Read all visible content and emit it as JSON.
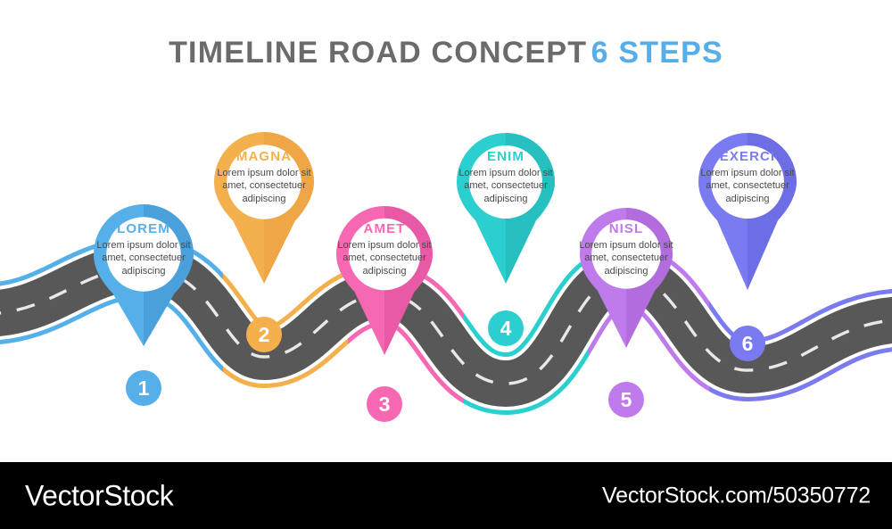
{
  "header": {
    "title_main": "TIMELINE ROAD CONCEPT",
    "title_accent": "6 STEPS",
    "title_main_color": "#6b6b6b",
    "title_accent_color": "#56ade8"
  },
  "colors": {
    "road_fill": "#585858",
    "road_dash": "#e8e8e8",
    "background": "#ffffff",
    "body_text": "#4a4a4a"
  },
  "steps": [
    {
      "number": "1",
      "label": "LOREM",
      "body": "Lorem ipsum dolor sit amet, consectetuer adipiscing",
      "color": "#55b0ea",
      "color_shade": "#4193cd",
      "badge_color": "#55b0ea"
    },
    {
      "number": "2",
      "label": "MAGNA",
      "body": "Lorem ipsum dolor sit amet, consectetuer adipiscing",
      "color": "#f7b котор",
      "color_shade": "#e89f3f",
      "badge_color": "#f5b04e"
    },
    {
      "number": "3",
      "label": "AMET",
      "body": "Lorem ipsum dolor sit amet, consectetuer adipiscing",
      "color": "#f768b3",
      "color_shade": "#dd4f9b",
      "badge_color": "#f768b3"
    },
    {
      "number": "4",
      "label": "ENIM",
      "body": "Lorem ipsum dolor sit amet, consectetuer adipiscing",
      "color": "#2ccfcf",
      "color_shade": "#23b4b7",
      "badge_color": "#2ccfcf"
    },
    {
      "number": "5",
      "label": "NISL",
      "body": "Lorem ipsum dolor sit amet, consectetuer adipiscing",
      "color": "#bf7aeb",
      "color_shade": "#a761d4",
      "badge_color": "#bf7aeb"
    },
    {
      "number": "6",
      "label": "EXERCI",
      "body": "Lorem ipsum dolor sit amet, consectetuer adipiscing",
      "color": "#7a7bf0",
      "color_shade": "#6263dc",
      "badge_color": "#7a7bf0"
    }
  ],
  "footer": {
    "brand": "VectorStock",
    "url": "VectorStock.com/50350772",
    "background": "#000000"
  }
}
